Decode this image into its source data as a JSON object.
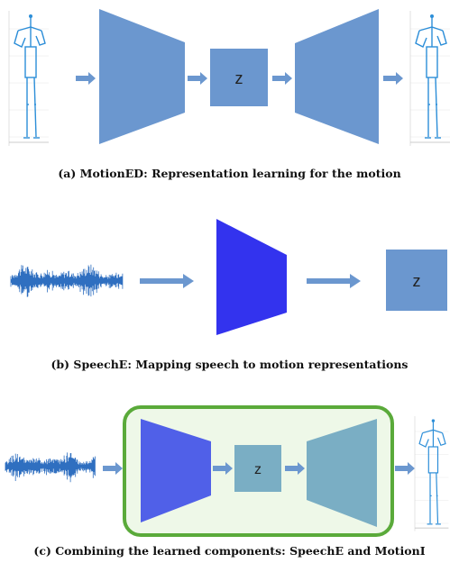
{
  "panels": [
    {
      "id": "a",
      "caption": "(a) MotionED: Representation learning for the motion",
      "z_label": "z"
    },
    {
      "id": "b",
      "caption": "(b) SpeechE: Mapping speech to motion representations",
      "z_label": "z"
    },
    {
      "id": "c",
      "caption": "(c) Combining the learned components: SpeechE and MotionI",
      "z_label": "z"
    }
  ],
  "colors": {
    "encoder_blue": "#6b97cf",
    "speech_encoder": "#3333ee",
    "combined_encoder": "#5060e8",
    "combined_box": "#eef8e8",
    "combined_border": "#5aaa3a",
    "decoder_teal": "#7aaec4",
    "arrow": "#6b97cf",
    "waveform": "#2f6fc0",
    "skeleton": "#2c8ed8"
  }
}
